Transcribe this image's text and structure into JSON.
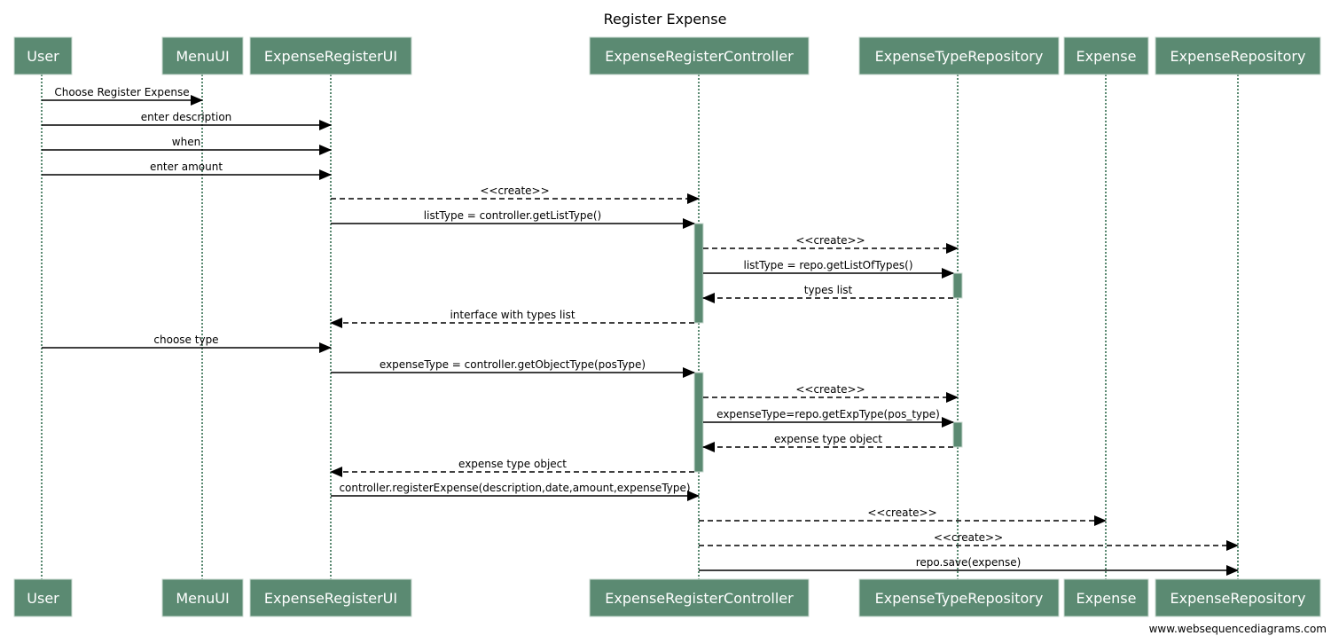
{
  "title": "Register Expense",
  "watermark": "www.websequencediagrams.com",
  "colors": {
    "actor_fill": "#5b8a72",
    "lifeline": "#5b8a72",
    "text_on_actor": "#ffffff"
  },
  "actors": [
    {
      "id": "user",
      "label": "User"
    },
    {
      "id": "menuui",
      "label": "MenuUI"
    },
    {
      "id": "expenseregisterui",
      "label": "ExpenseRegisterUI"
    },
    {
      "id": "expenseregistercontroller",
      "label": "ExpenseRegisterController"
    },
    {
      "id": "expensetyperepository",
      "label": "ExpenseTypeRepository"
    },
    {
      "id": "expense",
      "label": "Expense"
    },
    {
      "id": "expenserepository",
      "label": "ExpenseRepository"
    }
  ],
  "messages": [
    {
      "from": "user",
      "to": "menuui",
      "label": "Choose Register Expense",
      "dashed": false
    },
    {
      "from": "user",
      "to": "expenseregisterui",
      "label": "enter description",
      "dashed": false
    },
    {
      "from": "user",
      "to": "expenseregisterui",
      "label": "when",
      "dashed": false
    },
    {
      "from": "user",
      "to": "expenseregisterui",
      "label": "enter amount",
      "dashed": false
    },
    {
      "from": "expenseregisterui",
      "to": "expenseregistercontroller",
      "label": "<<create>>",
      "dashed": true
    },
    {
      "from": "expenseregisterui",
      "to": "expenseregistercontroller",
      "label": "listType = controller.getListType()",
      "dashed": false
    },
    {
      "from": "expenseregistercontroller",
      "to": "expensetyperepository",
      "label": "<<create>>",
      "dashed": true
    },
    {
      "from": "expenseregistercontroller",
      "to": "expensetyperepository",
      "label": "listType = repo.getListOfTypes()",
      "dashed": false
    },
    {
      "from": "expensetyperepository",
      "to": "expenseregistercontroller",
      "label": "types list",
      "dashed": true
    },
    {
      "from": "expenseregistercontroller",
      "to": "expenseregisterui",
      "label": "interface with types list",
      "dashed": true
    },
    {
      "from": "user",
      "to": "expenseregisterui",
      "label": "choose type",
      "dashed": false
    },
    {
      "from": "expenseregisterui",
      "to": "expenseregistercontroller",
      "label": "expenseType = controller.getObjectType(posType)",
      "dashed": false
    },
    {
      "from": "expenseregistercontroller",
      "to": "expensetyperepository",
      "label": "<<create>>",
      "dashed": true
    },
    {
      "from": "expenseregistercontroller",
      "to": "expensetyperepository",
      "label": "expenseType=repo.getExpType(pos_type)",
      "dashed": false
    },
    {
      "from": "expensetyperepository",
      "to": "expenseregistercontroller",
      "label": "expense type object",
      "dashed": true
    },
    {
      "from": "expenseregistercontroller",
      "to": "expenseregisterui",
      "label": "expense type object",
      "dashed": true
    },
    {
      "from": "expenseregisterui",
      "to": "expenseregistercontroller",
      "label": "controller.registerExpense(description,date,amount,expenseType)",
      "dashed": false
    },
    {
      "from": "expenseregistercontroller",
      "to": "expense",
      "label": "<<create>>",
      "dashed": true
    },
    {
      "from": "expenseregistercontroller",
      "to": "expenserepository",
      "label": "<<create>>",
      "dashed": true
    },
    {
      "from": "expenseregistercontroller",
      "to": "expenserepository",
      "label": "repo.save(expense)",
      "dashed": false
    }
  ]
}
